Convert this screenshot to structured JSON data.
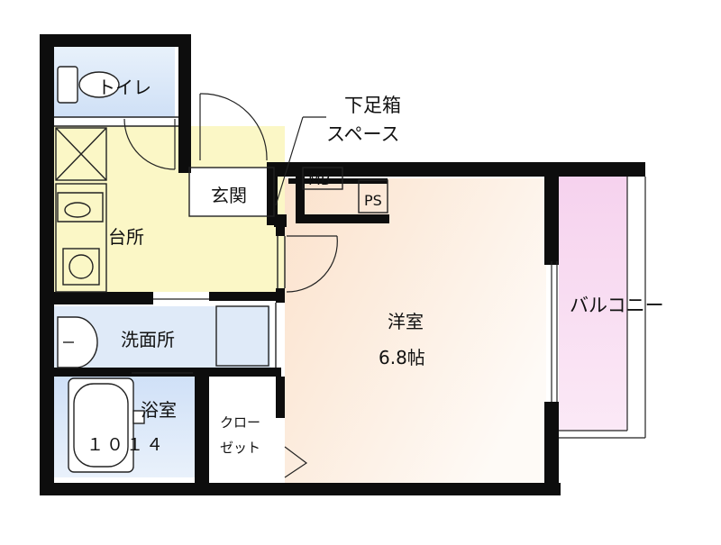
{
  "rooms": {
    "toilet": "トイレ",
    "entrance": "玄関",
    "kitchen": "台所",
    "washroom": "洗面所",
    "bathroom": "浴室",
    "bathroom_size": "１０１４",
    "closet_line1": "クロー",
    "closet_line2": "ゼット",
    "western_room": "洋室",
    "western_room_size": "6.8帖",
    "balcony": "バルコニー",
    "shoe_storage_line1": "下足箱",
    "shoe_storage_line2": "スペース",
    "mb": "MB",
    "ps": "PS"
  },
  "colors": {
    "wall": "#0d0d0d",
    "toilet_floor": "#dce9f8",
    "kitchen_floor": "#fbf7c4",
    "wash_floor": "#dfeaf8",
    "bath_floor": "#dbe8fa",
    "room_gradient_start": "#fbe3cf",
    "room_gradient_end": "#fdf8f3",
    "balcony_floor": "#f8d8f0"
  }
}
